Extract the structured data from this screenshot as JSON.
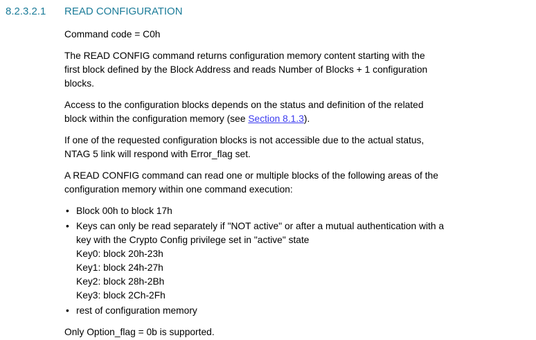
{
  "colors": {
    "heading": "#1C7C99",
    "link": "#3B3BF0",
    "body": "#000000",
    "page_bg": "#FFFFFF"
  },
  "heading": {
    "number": "8.2.3.2.1",
    "title": "READ CONFIGURATION"
  },
  "paragraphs": {
    "command_code": "Command code = C0h",
    "read_config": [
      "The READ CONFIG command returns configuration memory content starting with the",
      "first block defined by the Block Address and reads Number of Blocks + 1 configuration",
      "blocks."
    ],
    "access": {
      "line1": "Access to the configuration blocks depends on the status and definition of the related",
      "line2_prefix": "block within the configuration memory (see ",
      "link": "Section 8.1.3",
      "line2_suffix": ")."
    },
    "error_flag": [
      "If one of the requested configuration blocks is not accessible due to the actual status,",
      "NTAG 5 link will respond with Error_flag set."
    ],
    "areas_intro": [
      "A READ CONFIG command can read one or multiple blocks of the following areas of the",
      "configuration memory within one command execution:"
    ],
    "option_flag": "Only Option_flag = 0b is supported."
  },
  "bullets": {
    "item1": "Block 00h to block 17h",
    "item2": [
      "Keys can only be read separately if \"NOT active\" or after a mutual authentication with a",
      "key with the Crypto Config privilege set in \"active\" state",
      "Key0: block 20h-23h",
      "Key1: block 24h-27h",
      "Key2: block 28h-2Bh",
      "Key3: block 2Ch-2Fh"
    ],
    "item3": "rest of configuration memory"
  }
}
